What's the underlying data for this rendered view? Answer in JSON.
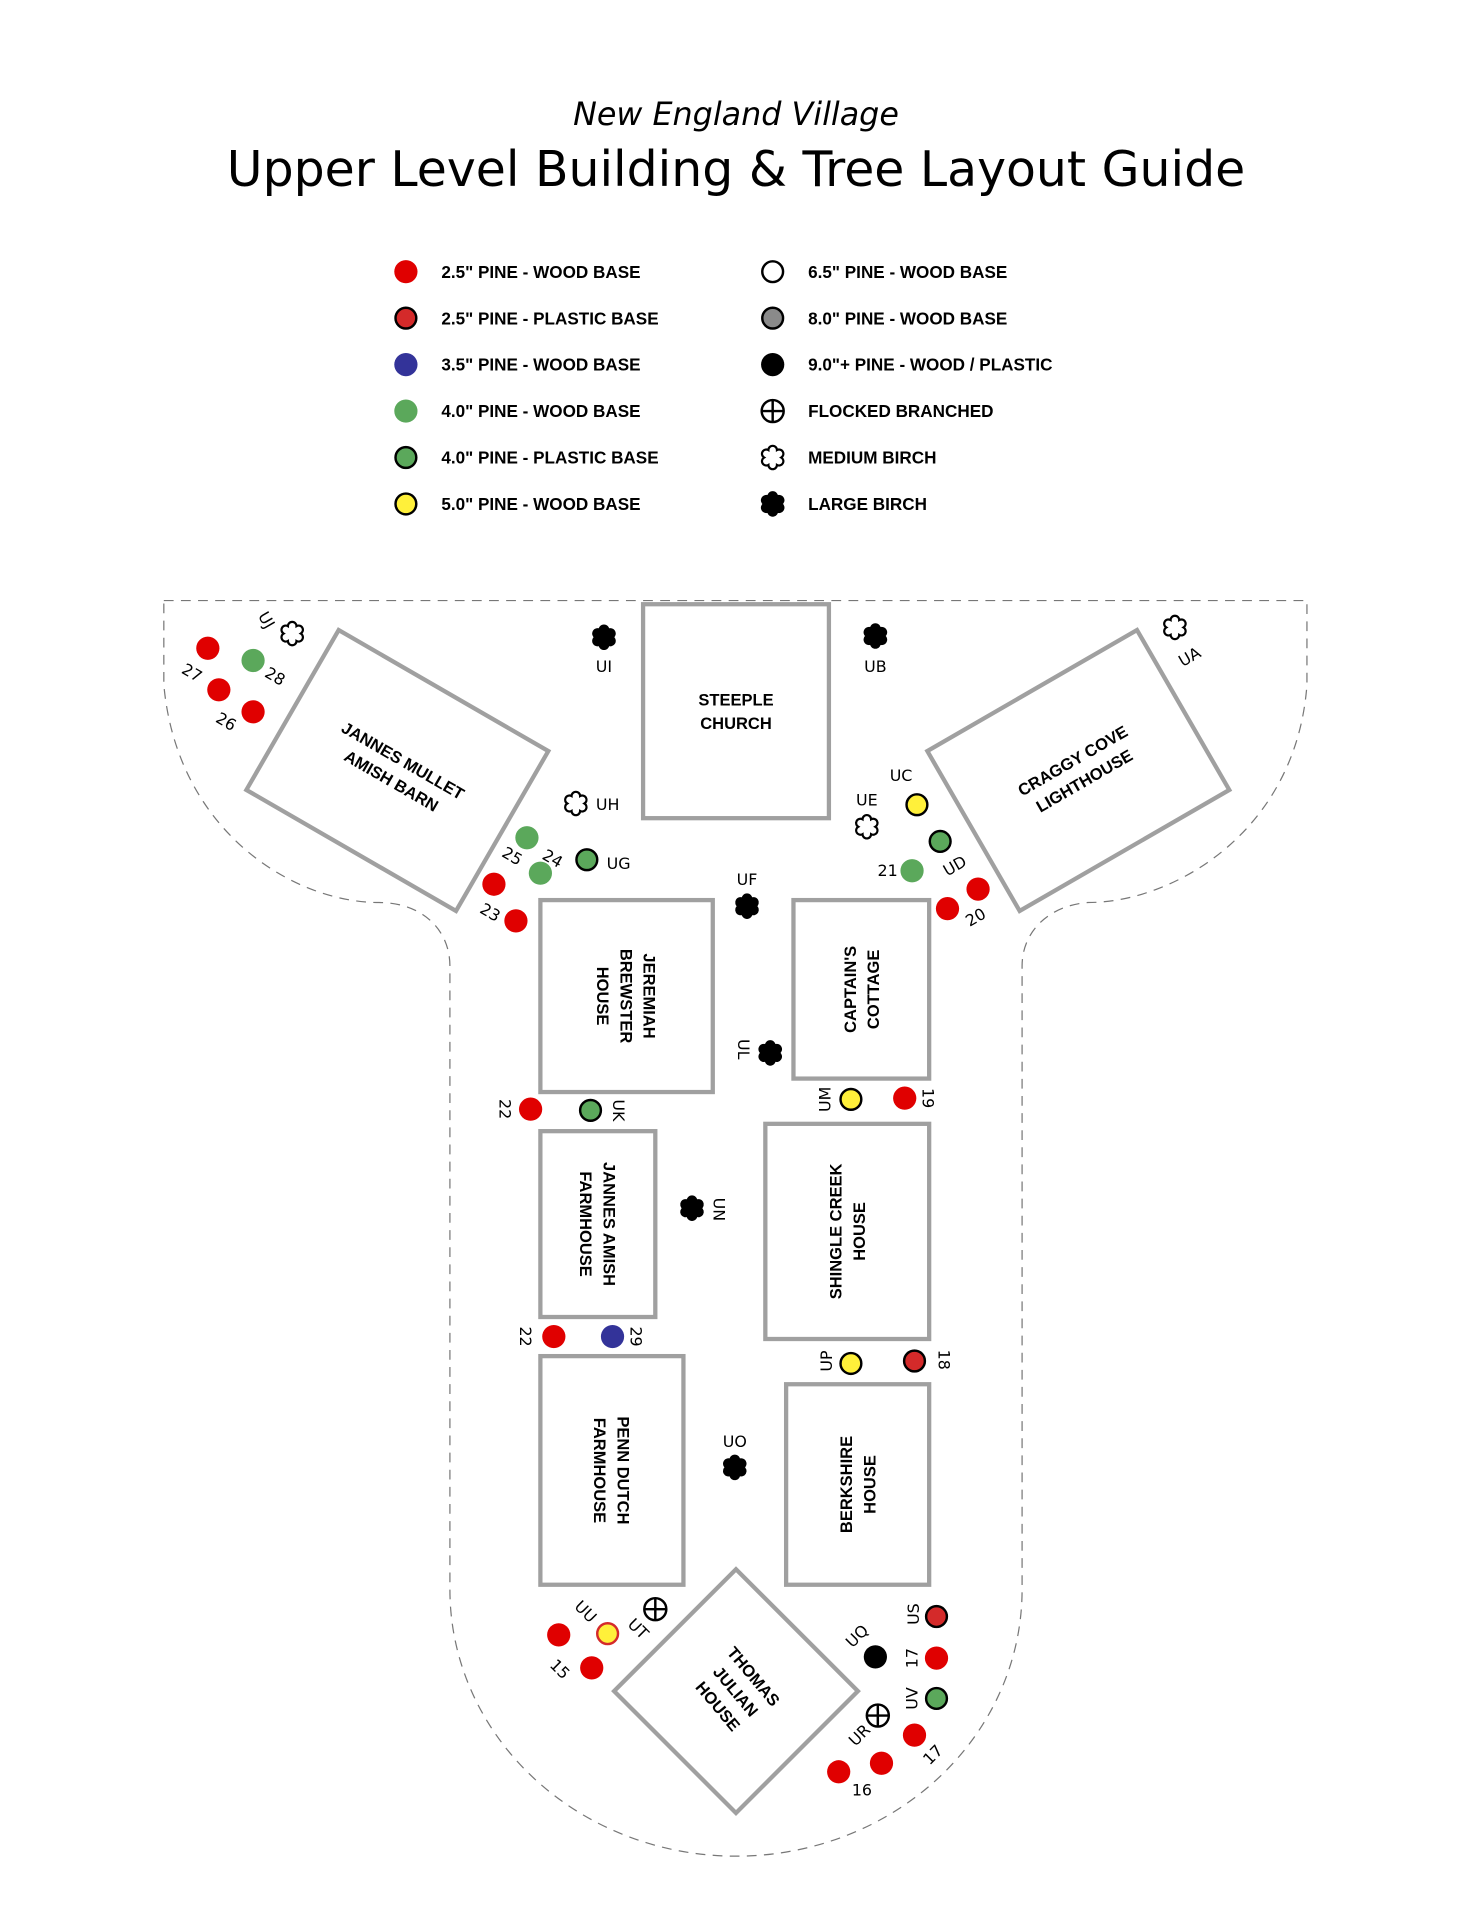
{
  "header": {
    "subtitle": "New England Village",
    "title": "Upper Level Building & Tree Layout Guide"
  },
  "colors": {
    "red": "#e00000",
    "red_plastic": "#d42a2a",
    "blue": "#333399",
    "green": "#5ba85b",
    "yellow": "#fff03a",
    "gray": "#8a8a8a",
    "black": "#000000",
    "building": "#a0a0a0",
    "outline": "#777777"
  },
  "legend": [
    {
      "type": "red",
      "label": "2.5\" PINE - WOOD BASE"
    },
    {
      "type": "redp",
      "label": "2.5\" PINE - PLASTIC BASE"
    },
    {
      "type": "blue",
      "label": "3.5\" PINE - WOOD BASE"
    },
    {
      "type": "green",
      "label": "4.0\" PINE - WOOD BASE"
    },
    {
      "type": "greenp",
      "label": "4.0\" PINE - PLASTIC BASE"
    },
    {
      "type": "yellow",
      "label": "5.0\" PINE - WOOD BASE"
    },
    {
      "type": "white",
      "label": "6.5\" PINE - WOOD BASE"
    },
    {
      "type": "gray",
      "label": "8.0\" PINE - WOOD BASE"
    },
    {
      "type": "black",
      "label": "9.0\"+ PINE - WOOD / PLASTIC"
    },
    {
      "type": "flocked",
      "label": "FLOCKED BRANCHED"
    },
    {
      "type": "medbirch",
      "label": "MEDIUM BIRCH"
    },
    {
      "type": "largebirch",
      "label": "LARGE BIRCH"
    }
  ],
  "buildings": [
    {
      "name": [
        "STEEPLE",
        "CHURCH"
      ]
    },
    {
      "name": [
        "JANNES MULLET",
        "AMISH BARN"
      ]
    },
    {
      "name": [
        "CRAGGY COVE",
        "LIGHTHOUSE"
      ]
    },
    {
      "name": [
        "JEREMIAH",
        "BREWSTER",
        "HOUSE"
      ]
    },
    {
      "name": [
        "CAPTAIN'S",
        "COTTAGE"
      ]
    },
    {
      "name": [
        "JANNES AMISH",
        "FARMHOUSE"
      ]
    },
    {
      "name": [
        "SHINGLE CREEK",
        "HOUSE"
      ]
    },
    {
      "name": [
        "PENN DUTCH",
        "FARMHOUSE"
      ]
    },
    {
      "name": [
        "BERKSHIRE",
        "HOUSE"
      ]
    },
    {
      "name": [
        "THOMAS",
        "JULIAN",
        "HOUSE"
      ]
    }
  ],
  "markers": [
    {
      "type": "red"
    },
    {
      "type": "green"
    },
    {
      "type": "red"
    },
    {
      "type": "red"
    },
    {
      "type": "medbirch"
    },
    {
      "type": "largebirch"
    },
    {
      "type": "largebirch"
    },
    {
      "type": "medbirch"
    },
    {
      "type": "medbirch"
    },
    {
      "type": "green"
    },
    {
      "type": "green"
    },
    {
      "type": "greenp"
    },
    {
      "type": "red"
    },
    {
      "type": "red"
    },
    {
      "type": "largebirch"
    },
    {
      "type": "yellow"
    },
    {
      "type": "medbirch"
    },
    {
      "type": "greenp"
    },
    {
      "type": "green"
    },
    {
      "type": "red"
    },
    {
      "type": "red"
    },
    {
      "type": "largebirch"
    },
    {
      "type": "red"
    },
    {
      "type": "greenp"
    },
    {
      "type": "yellow"
    },
    {
      "type": "red"
    },
    {
      "type": "largebirch"
    },
    {
      "type": "red"
    },
    {
      "type": "blue"
    },
    {
      "type": "yellow"
    },
    {
      "type": "redp"
    },
    {
      "type": "largebirch"
    },
    {
      "type": "flocked"
    },
    {
      "type": "yellow_red"
    },
    {
      "type": "red"
    },
    {
      "type": "red"
    },
    {
      "type": "redp"
    },
    {
      "type": "black"
    },
    {
      "type": "red"
    },
    {
      "type": "greenp"
    },
    {
      "type": "flocked"
    },
    {
      "type": "red"
    },
    {
      "type": "red"
    },
    {
      "type": "red"
    }
  ],
  "labels": [
    "27",
    "28",
    "26",
    "UJ",
    "UI",
    "UB",
    "UA",
    "UH",
    "25",
    "24",
    "UG",
    "23",
    "UF",
    "UC",
    "UE",
    "UD",
    "21",
    "20",
    "UL",
    "22",
    "UK",
    "UM",
    "19",
    "UN",
    "22",
    "29",
    "UP",
    "18",
    "UO",
    "UT",
    "UU",
    "15",
    "US",
    "UQ",
    "17",
    "UV",
    "UR",
    "17",
    "16"
  ]
}
